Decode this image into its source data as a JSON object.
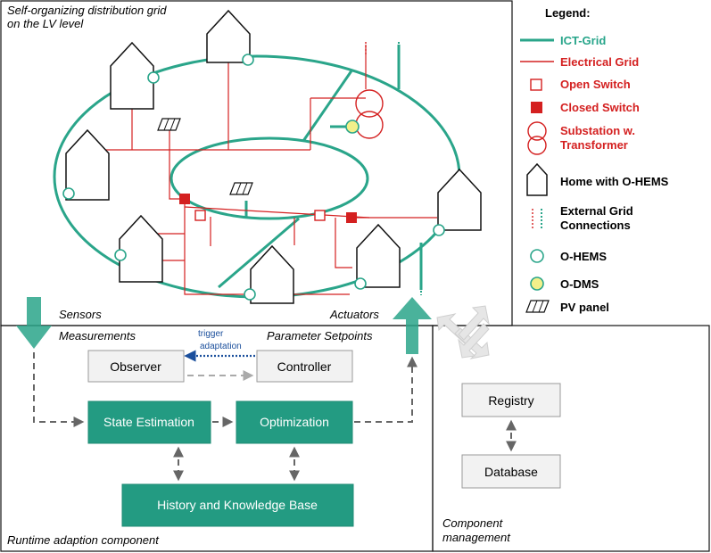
{
  "grid": {
    "title_line1": "Self-organizing distribution grid",
    "title_line2": "on the LV level"
  },
  "legend": {
    "title": "Legend:",
    "items": [
      {
        "label": "ICT-Grid",
        "color": "#27a58a"
      },
      {
        "label": "Electrical Grid",
        "color": "#d42020"
      },
      {
        "label": "Open Switch",
        "color": "#d42020"
      },
      {
        "label": "Closed Switch",
        "color": "#d42020"
      },
      {
        "label": "Substation w.",
        "label2": "Transformer",
        "color": "#d42020"
      },
      {
        "label": "Home with O-HEMS",
        "color": "#111111"
      },
      {
        "label": "External Grid",
        "label2": "Connections",
        "color": "#111111"
      },
      {
        "label": "O-HEMS",
        "color": "#111111"
      },
      {
        "label": "O-DMS",
        "color": "#111111"
      },
      {
        "label": "PV panel",
        "color": "#111111"
      }
    ]
  },
  "arrows": {
    "sensors": "Sensors",
    "actuators": "Actuators"
  },
  "runtime": {
    "measurements": "Measurements",
    "parameter_setpoints": "Parameter Setpoints",
    "trigger": "trigger",
    "adaptation": "adaptation",
    "observer": "Observer",
    "controller": "Controller",
    "state_estimation": "State Estimation",
    "optimization": "Optimization",
    "history": "History and Knowledge Base",
    "caption": "Runtime adaption component"
  },
  "component": {
    "registry": "Registry",
    "database": "Database",
    "caption_line1": "Component",
    "caption_line2": "management"
  },
  "colors": {
    "ict": "#2aa58a",
    "electrical": "#d42020",
    "odms": "#f3f08a",
    "teal_box": "#239b82",
    "trigger_arrow": "#1b4f9c"
  }
}
